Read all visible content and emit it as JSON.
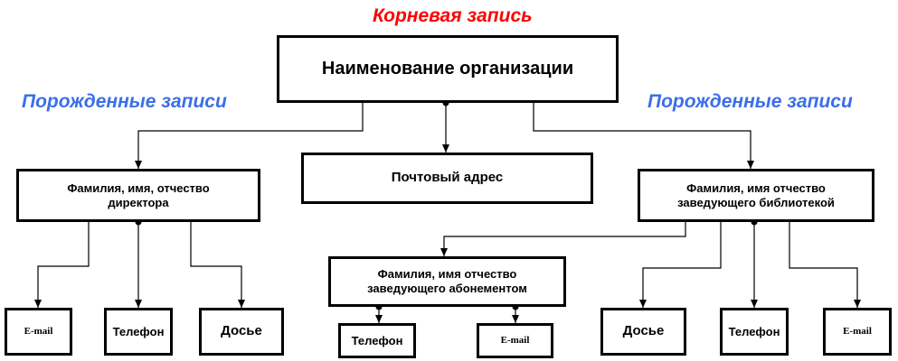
{
  "colors": {
    "root_caption": "#ff0000",
    "child_caption": "#3b6fe8",
    "line": "#000000"
  },
  "captions": {
    "root": "Корневая запись",
    "children_left": "Порожденные записи",
    "children_right": "Порожденные записи"
  },
  "root": {
    "label": "Наименование организации"
  },
  "postal": {
    "label": "Почтовый адрес"
  },
  "director": {
    "label": "Фамилия, имя, отчество директора",
    "email": "E-mail",
    "phone": "Телефон",
    "dossier": "Досье"
  },
  "librarian": {
    "label": "Фамилия, имя отчество заведующего библиотекой",
    "dossier": "Досье",
    "phone": "Телефон",
    "email": "E-mail"
  },
  "subscription": {
    "label": "Фамилия, имя отчество заведующего абонементом",
    "phone": "Телефон",
    "email": "E-mail"
  }
}
